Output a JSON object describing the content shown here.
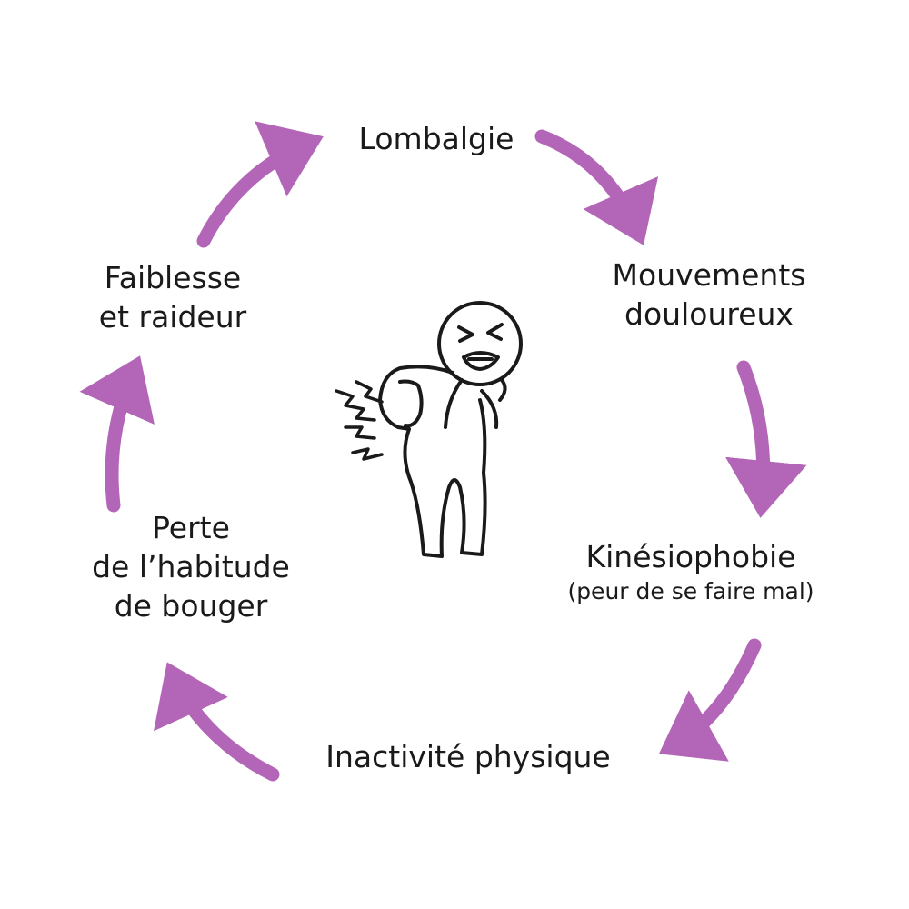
{
  "nodes": {
    "lombalgie": {
      "text": "Lombalgie"
    },
    "mouvements": {
      "line1": "Mouvements",
      "line2": "douloureux"
    },
    "kinesiophobie": {
      "text": "Kinésiophobie",
      "sub": "(peur de se faire mal)"
    },
    "inactivite": {
      "text": "Inactivité physique"
    },
    "perte": {
      "line1": "Perte",
      "line2": "de l’habitude",
      "line3": "de bouger"
    },
    "faiblesse": {
      "line1": "Faiblesse",
      "line2": "et raideur"
    }
  },
  "colors": {
    "arrow": "#b366b8",
    "text": "#1a1a1a",
    "figure": "#1a1a1a"
  },
  "icons": {
    "center": "back-pain-figure-icon"
  }
}
